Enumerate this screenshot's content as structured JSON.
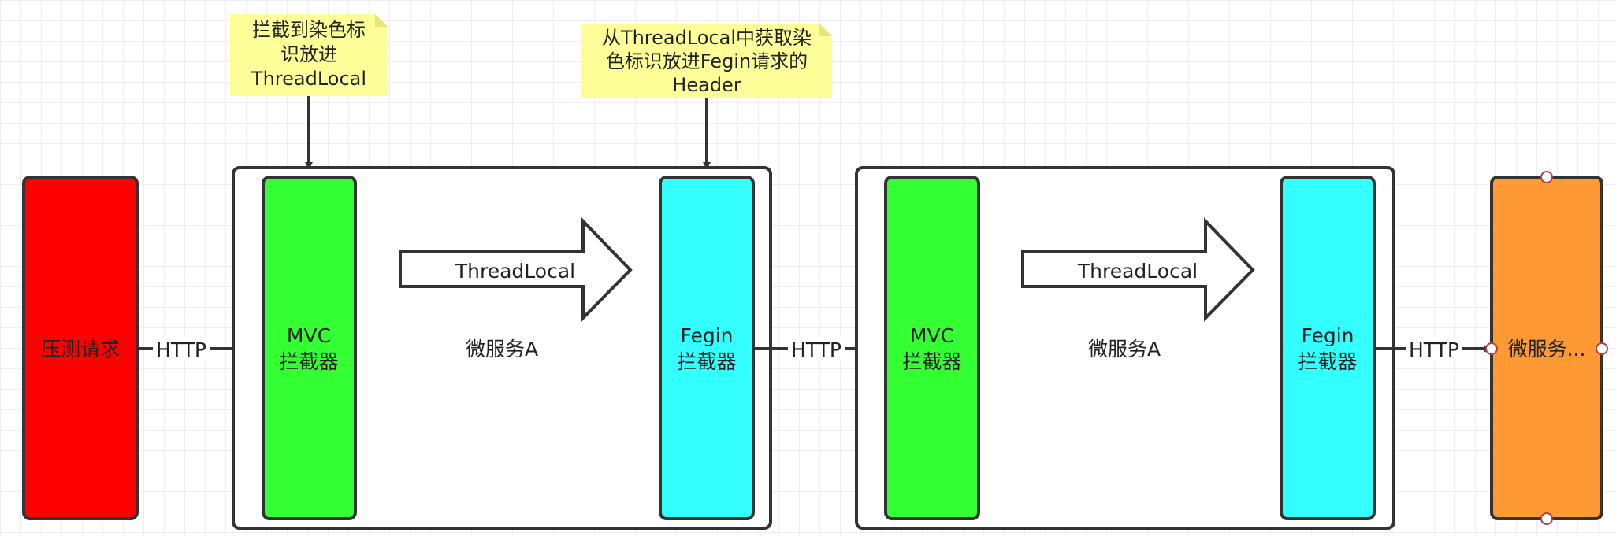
{
  "colors": {
    "source": "#ff0000",
    "mvc": "#33ff33",
    "fegin": "#33ffff",
    "target": "#ff9933",
    "note": "#ffff99",
    "stroke": "#333333"
  },
  "notes": {
    "mvc": [
      "拦截到染色标",
      "识放进",
      "ThreadLocal"
    ],
    "fegin": [
      "从ThreadLocal中获取染",
      "色标识放进Fegin请求的",
      "Header"
    ]
  },
  "source": {
    "label": "压测请求"
  },
  "links": {
    "http1": "HTTP",
    "http2": "HTTP",
    "http3": "HTTP"
  },
  "serviceA": {
    "title": "微服务A",
    "mvc": [
      "MVC",
      "拦截器"
    ],
    "arrow": "ThreadLocal",
    "fegin": [
      "Fegin",
      "拦截器"
    ]
  },
  "serviceB": {
    "title": "微服务A",
    "mvc": [
      "MVC",
      "拦截器"
    ],
    "arrow": "ThreadLocal",
    "fegin": [
      "Fegin",
      "拦截器"
    ]
  },
  "target": {
    "label": "微服务..."
  }
}
